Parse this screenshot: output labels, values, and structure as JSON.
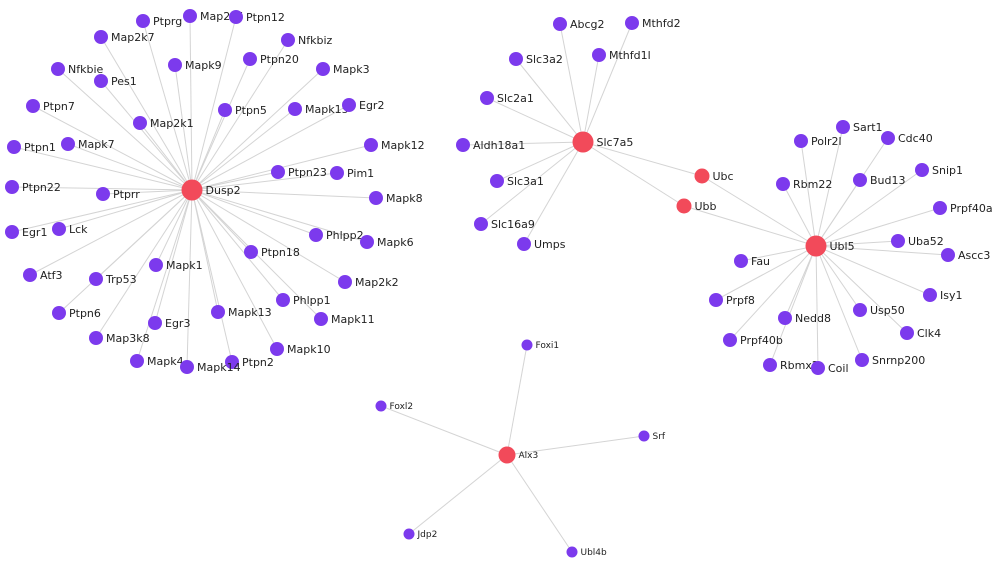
{
  "colors": {
    "background": "#ffffff",
    "edge": "#d4d4d4",
    "gene_node": "#7c3aed",
    "hub_node": "#f24a5a",
    "label": "#222222"
  },
  "nodes": [
    {
      "id": "Dusp2",
      "label": "Dusp2",
      "type": "hub"
    },
    {
      "id": "Ptprg",
      "label": "Ptprg",
      "type": "gene"
    },
    {
      "id": "Map2k5",
      "label": "Map2k5",
      "type": "gene"
    },
    {
      "id": "Ptpn12",
      "label": "Ptpn12",
      "type": "gene"
    },
    {
      "id": "Map2k7",
      "label": "Map2k7",
      "type": "gene"
    },
    {
      "id": "Nfkbiz",
      "label": "Nfkbiz",
      "type": "gene"
    },
    {
      "id": "Nfkbie",
      "label": "Nfkbie",
      "type": "gene"
    },
    {
      "id": "Map2k9",
      "label": "Mapk9",
      "type": "gene"
    },
    {
      "id": "Ptpn20",
      "label": "Ptpn20",
      "type": "gene"
    },
    {
      "id": "Mapk3",
      "label": "Mapk3",
      "type": "gene"
    },
    {
      "id": "Pes1",
      "label": "Pes1",
      "type": "gene"
    },
    {
      "id": "Ptpn7",
      "label": "Ptpn7",
      "type": "gene"
    },
    {
      "id": "Map2k1",
      "label": "Map2k1",
      "type": "gene"
    },
    {
      "id": "Ptpn5",
      "label": "Ptpn5",
      "type": "gene"
    },
    {
      "id": "Mapk15",
      "label": "Mapk15",
      "type": "gene"
    },
    {
      "id": "Egr2",
      "label": "Egr2",
      "type": "gene"
    },
    {
      "id": "Ptpn1",
      "label": "Ptpn1",
      "type": "gene"
    },
    {
      "id": "Mapk7",
      "label": "Mapk7",
      "type": "gene"
    },
    {
      "id": "Mapk12",
      "label": "Mapk12",
      "type": "gene"
    },
    {
      "id": "Ptpn23",
      "label": "Ptpn23",
      "type": "gene"
    },
    {
      "id": "Pim1",
      "label": "Pim1",
      "type": "gene"
    },
    {
      "id": "Ptpn22",
      "label": "Ptpn22",
      "type": "gene"
    },
    {
      "id": "Ptprr",
      "label": "Ptprr",
      "type": "gene"
    },
    {
      "id": "Mapk8",
      "label": "Mapk8",
      "type": "gene"
    },
    {
      "id": "Egr1",
      "label": "Egr1",
      "type": "gene"
    },
    {
      "id": "Lck",
      "label": "Lck",
      "type": "gene"
    },
    {
      "id": "Phlpp2",
      "label": "Phlpp2",
      "type": "gene"
    },
    {
      "id": "Mapk6",
      "label": "Mapk6",
      "type": "gene"
    },
    {
      "id": "Ptpn18",
      "label": "Ptpn18",
      "type": "gene"
    },
    {
      "id": "Atf3",
      "label": "Atf3",
      "type": "gene"
    },
    {
      "id": "Trp53",
      "label": "Trp53",
      "type": "gene"
    },
    {
      "id": "Mapk1",
      "label": "Mapk1",
      "type": "gene"
    },
    {
      "id": "Map2k2",
      "label": "Map2k2",
      "type": "gene"
    },
    {
      "id": "Ptpn6",
      "label": "Ptpn6",
      "type": "gene"
    },
    {
      "id": "Phlpp1",
      "label": "Phlpp1",
      "type": "gene"
    },
    {
      "id": "Egr3",
      "label": "Egr3",
      "type": "gene"
    },
    {
      "id": "Mapk13",
      "label": "Mapk13",
      "type": "gene"
    },
    {
      "id": "Mapk11",
      "label": "Mapk11",
      "type": "gene"
    },
    {
      "id": "Map3k8",
      "label": "Map3k8",
      "type": "gene"
    },
    {
      "id": "Mapk10",
      "label": "Mapk10",
      "type": "gene"
    },
    {
      "id": "Mapk4",
      "label": "Mapk4",
      "type": "gene"
    },
    {
      "id": "Ptpn2",
      "label": "Ptpn2",
      "type": "gene"
    },
    {
      "id": "Mapk14",
      "label": "Mapk14",
      "type": "gene"
    },
    {
      "id": "Slc7a5",
      "label": "Slc7a5",
      "type": "hub"
    },
    {
      "id": "Abcg2",
      "label": "Abcg2",
      "type": "gene"
    },
    {
      "id": "Mthfd2",
      "label": "Mthfd2",
      "type": "gene"
    },
    {
      "id": "Slc3a2",
      "label": "Slc3a2",
      "type": "gene"
    },
    {
      "id": "Mthfd1l",
      "label": "Mthfd1l",
      "type": "gene"
    },
    {
      "id": "Slc2a1",
      "label": "Slc2a1",
      "type": "gene"
    },
    {
      "id": "Aldh18a1",
      "label": "Aldh18a1",
      "type": "gene"
    },
    {
      "id": "Slc3a1",
      "label": "Slc3a1",
      "type": "gene"
    },
    {
      "id": "Slc16a9",
      "label": "Slc16a9",
      "type": "gene"
    },
    {
      "id": "Umps",
      "label": "Umps",
      "type": "gene"
    },
    {
      "id": "Ubc",
      "label": "Ubc",
      "type": "link"
    },
    {
      "id": "Ubb",
      "label": "Ubb",
      "type": "link"
    },
    {
      "id": "Ubl5",
      "label": "Ubl5",
      "type": "hub"
    },
    {
      "id": "Sart1",
      "label": "Sart1",
      "type": "gene"
    },
    {
      "id": "Polr2l",
      "label": "Polr2l",
      "type": "gene"
    },
    {
      "id": "Cdc40",
      "label": "Cdc40",
      "type": "gene"
    },
    {
      "id": "Rbm22",
      "label": "Rbm22",
      "type": "gene"
    },
    {
      "id": "Bud13",
      "label": "Bud13",
      "type": "gene"
    },
    {
      "id": "Snip1",
      "label": "Snip1",
      "type": "gene"
    },
    {
      "id": "Prpf40a",
      "label": "Prpf40a",
      "type": "gene"
    },
    {
      "id": "Uba52",
      "label": "Uba52",
      "type": "gene"
    },
    {
      "id": "Ascc3",
      "label": "Ascc3",
      "type": "gene"
    },
    {
      "id": "Fau",
      "label": "Fau",
      "type": "gene"
    },
    {
      "id": "Isy1",
      "label": "Isy1",
      "type": "gene"
    },
    {
      "id": "Prpf8",
      "label": "Prpf8",
      "type": "gene"
    },
    {
      "id": "Usp50",
      "label": "Usp50",
      "type": "gene"
    },
    {
      "id": "Nedd8",
      "label": "Nedd8",
      "type": "gene"
    },
    {
      "id": "Clk4",
      "label": "Clk4",
      "type": "gene"
    },
    {
      "id": "Prpf40b",
      "label": "Prpf40b",
      "type": "gene"
    },
    {
      "id": "Rbmx2",
      "label": "Rbmx2",
      "type": "gene"
    },
    {
      "id": "Coil",
      "label": "Coil",
      "type": "gene"
    },
    {
      "id": "Snrnp200",
      "label": "Snrnp200",
      "type": "gene"
    },
    {
      "id": "Alx3",
      "label": "Alx3",
      "type": "hub"
    },
    {
      "id": "Foxi1",
      "label": "Foxi1",
      "type": "gene"
    },
    {
      "id": "Foxl2",
      "label": "Foxl2",
      "type": "gene"
    },
    {
      "id": "Srf",
      "label": "Srf",
      "type": "gene"
    },
    {
      "id": "Jdp2",
      "label": "Jdp2",
      "type": "gene"
    },
    {
      "id": "Ubl4b",
      "label": "Ubl4b",
      "type": "gene"
    }
  ],
  "edges": [
    [
      "Dusp2",
      "Ptprg"
    ],
    [
      "Dusp2",
      "Map2k5"
    ],
    [
      "Dusp2",
      "Ptpn12"
    ],
    [
      "Dusp2",
      "Map2k7"
    ],
    [
      "Dusp2",
      "Nfkbiz"
    ],
    [
      "Dusp2",
      "Nfkbie"
    ],
    [
      "Dusp2",
      "Map2k9"
    ],
    [
      "Dusp2",
      "Ptpn20"
    ],
    [
      "Dusp2",
      "Mapk3"
    ],
    [
      "Dusp2",
      "Pes1"
    ],
    [
      "Dusp2",
      "Ptpn7"
    ],
    [
      "Dusp2",
      "Map2k1"
    ],
    [
      "Dusp2",
      "Ptpn5"
    ],
    [
      "Dusp2",
      "Mapk15"
    ],
    [
      "Dusp2",
      "Egr2"
    ],
    [
      "Dusp2",
      "Ptpn1"
    ],
    [
      "Dusp2",
      "Mapk7"
    ],
    [
      "Dusp2",
      "Mapk12"
    ],
    [
      "Dusp2",
      "Ptpn23"
    ],
    [
      "Dusp2",
      "Pim1"
    ],
    [
      "Dusp2",
      "Ptpn22"
    ],
    [
      "Dusp2",
      "Ptprr"
    ],
    [
      "Dusp2",
      "Mapk8"
    ],
    [
      "Dusp2",
      "Egr1"
    ],
    [
      "Dusp2",
      "Lck"
    ],
    [
      "Dusp2",
      "Phlpp2"
    ],
    [
      "Dusp2",
      "Mapk6"
    ],
    [
      "Dusp2",
      "Ptpn18"
    ],
    [
      "Dusp2",
      "Atf3"
    ],
    [
      "Dusp2",
      "Trp53"
    ],
    [
      "Dusp2",
      "Mapk1"
    ],
    [
      "Dusp2",
      "Map2k2"
    ],
    [
      "Dusp2",
      "Ptpn6"
    ],
    [
      "Dusp2",
      "Phlpp1"
    ],
    [
      "Dusp2",
      "Egr3"
    ],
    [
      "Dusp2",
      "Mapk13"
    ],
    [
      "Dusp2",
      "Mapk11"
    ],
    [
      "Dusp2",
      "Map3k8"
    ],
    [
      "Dusp2",
      "Mapk10"
    ],
    [
      "Dusp2",
      "Mapk4"
    ],
    [
      "Dusp2",
      "Ptpn2"
    ],
    [
      "Dusp2",
      "Mapk14"
    ],
    [
      "Slc7a5",
      "Abcg2"
    ],
    [
      "Slc7a5",
      "Mthfd2"
    ],
    [
      "Slc7a5",
      "Slc3a2"
    ],
    [
      "Slc7a5",
      "Mthfd1l"
    ],
    [
      "Slc7a5",
      "Slc2a1"
    ],
    [
      "Slc7a5",
      "Aldh18a1"
    ],
    [
      "Slc7a5",
      "Slc3a1"
    ],
    [
      "Slc7a5",
      "Slc16a9"
    ],
    [
      "Slc7a5",
      "Umps"
    ],
    [
      "Slc7a5",
      "Ubc"
    ],
    [
      "Slc7a5",
      "Ubb"
    ],
    [
      "Ubc",
      "Ubl5"
    ],
    [
      "Ubb",
      "Ubl5"
    ],
    [
      "Ubl5",
      "Sart1"
    ],
    [
      "Ubl5",
      "Polr2l"
    ],
    [
      "Ubl5",
      "Cdc40"
    ],
    [
      "Ubl5",
      "Rbm22"
    ],
    [
      "Ubl5",
      "Bud13"
    ],
    [
      "Ubl5",
      "Snip1"
    ],
    [
      "Ubl5",
      "Prpf40a"
    ],
    [
      "Ubl5",
      "Uba52"
    ],
    [
      "Ubl5",
      "Ascc3"
    ],
    [
      "Ubl5",
      "Fau"
    ],
    [
      "Ubl5",
      "Isy1"
    ],
    [
      "Ubl5",
      "Prpf8"
    ],
    [
      "Ubl5",
      "Usp50"
    ],
    [
      "Ubl5",
      "Nedd8"
    ],
    [
      "Ubl5",
      "Clk4"
    ],
    [
      "Ubl5",
      "Prpf40b"
    ],
    [
      "Ubl5",
      "Rbmx2"
    ],
    [
      "Ubl5",
      "Coil"
    ],
    [
      "Ubl5",
      "Snrnp200"
    ],
    [
      "Alx3",
      "Foxi1"
    ],
    [
      "Alx3",
      "Foxl2"
    ],
    [
      "Alx3",
      "Srf"
    ],
    [
      "Alx3",
      "Jdp2"
    ],
    [
      "Alx3",
      "Ubl4b"
    ]
  ]
}
